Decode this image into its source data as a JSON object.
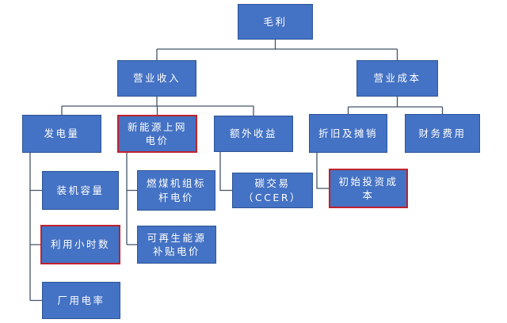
{
  "diagram": {
    "type": "org-tree-flowchart",
    "nodes": {
      "gross_profit": {
        "label": "毛利",
        "highlighted": false
      },
      "operating_revenue": {
        "label": "营业收入",
        "highlighted": false
      },
      "operating_cost": {
        "label": "营业成本",
        "highlighted": false
      },
      "power_generation": {
        "label": "发电量",
        "highlighted": false
      },
      "new_energy_grid_price": {
        "label": "新能源上网电价",
        "highlighted": true
      },
      "extra_income": {
        "label": "额外收益",
        "highlighted": false
      },
      "depreciation_amortization": {
        "label": "折旧及摊销",
        "highlighted": false
      },
      "financial_expenses": {
        "label": "财务费用",
        "highlighted": false
      },
      "installed_capacity": {
        "label": "装机容量",
        "highlighted": false
      },
      "coal_benchmark_price": {
        "label": "燃煤机组标杆电价",
        "highlighted": false
      },
      "carbon_trading_ccer": {
        "label": "碳交易（CCER）",
        "highlighted": false
      },
      "initial_investment_cost": {
        "label": "初始投资成本",
        "highlighted": true
      },
      "utilization_hours": {
        "label": "利用小时数",
        "highlighted": true
      },
      "renewable_subsidy_price": {
        "label": "可再生能源补贴电价",
        "highlighted": false
      },
      "plant_power_rate": {
        "label": "厂用电率",
        "highlighted": false
      }
    },
    "edges": [
      {
        "from": "gross_profit",
        "to": [
          "operating_revenue",
          "operating_cost"
        ]
      },
      {
        "from": "operating_revenue",
        "to": [
          "power_generation",
          "new_energy_grid_price",
          "extra_income"
        ]
      },
      {
        "from": "operating_cost",
        "to": [
          "depreciation_amortization",
          "financial_expenses"
        ]
      },
      {
        "from": "power_generation",
        "to": [
          "installed_capacity",
          "utilization_hours",
          "plant_power_rate"
        ]
      },
      {
        "from": "new_energy_grid_price",
        "to": [
          "coal_benchmark_price",
          "renewable_subsidy_price"
        ]
      },
      {
        "from": "extra_income",
        "to": [
          "carbon_trading_ccer"
        ]
      },
      {
        "from": "depreciation_amortization",
        "to": [
          "initial_investment_cost"
        ]
      }
    ],
    "colors": {
      "node_fill": "#4472C4",
      "node_border": "#2E5596",
      "highlight_border": "#C0222C",
      "connector": "#44546A",
      "node_text": "#FFFFFF",
      "background": "#FFFFFF"
    }
  }
}
